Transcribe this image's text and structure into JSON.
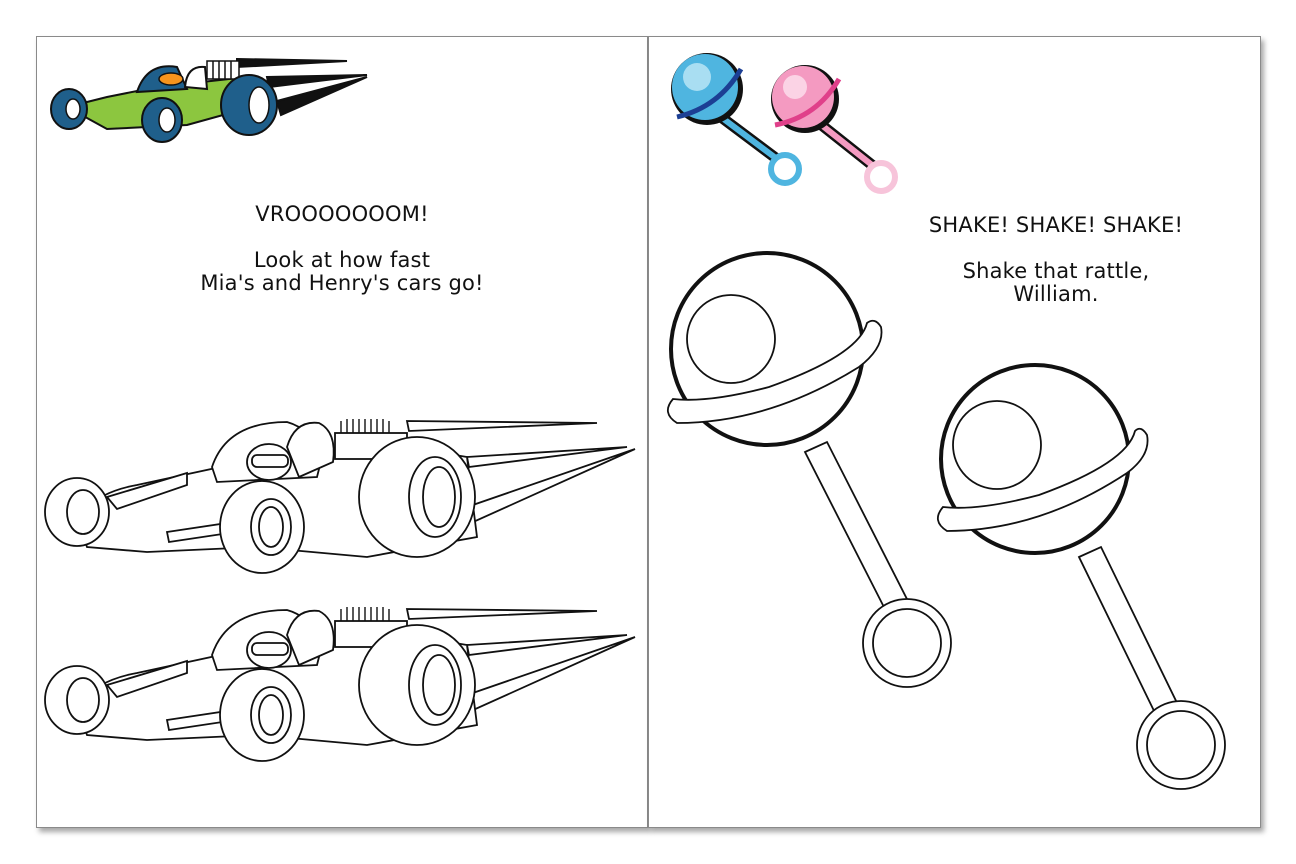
{
  "left_page": {
    "heading": "VROOOOOOOM!",
    "body_line_1": "Look at how fast",
    "body_line_2": "Mia's and Henry's cars go!",
    "illustration_color": {
      "car_body": "#8cc63f",
      "wheels": "#1f5f8b",
      "helmet": "#1f5f8b",
      "goggles": "#f7941d"
    }
  },
  "right_page": {
    "heading": "SHAKE! SHAKE! SHAKE!",
    "body_line_1": "Shake that rattle,",
    "body_line_2": "William.",
    "illustration_color": {
      "rattle_blue": "#4fb5e0",
      "rattle_blue_band": "#1c3f94",
      "rattle_pink": "#f49ac1",
      "rattle_pink_band": "#e0408a"
    }
  }
}
